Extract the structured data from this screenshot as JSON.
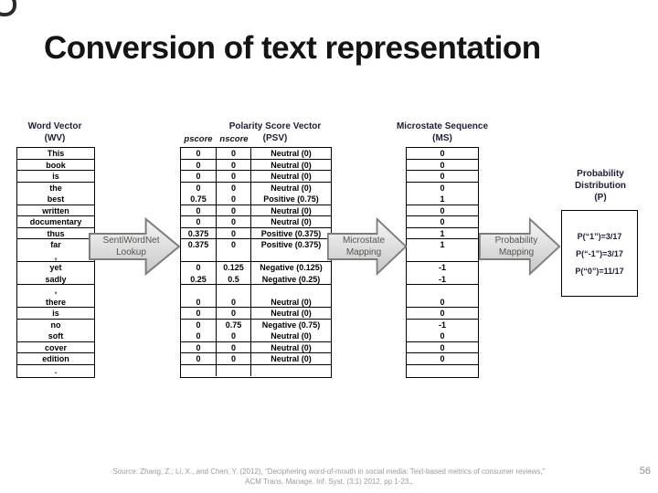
{
  "slide": {
    "title": "Conversion of text representation",
    "page_number": "56",
    "source_line1": "Source: Zhang, Z., Li, X., and Chen, Y. (2012), \"Deciphering word-of-mouth in social media: Text-based metrics of consumer reviews,\"",
    "source_line2": "ACM Trans. Manage. Inf. Syst. (3:1) 2012, pp 1-23.,"
  },
  "diagram": {
    "word_vector": {
      "title_line1": "Word Vector",
      "title_line2": "(WV)"
    },
    "polarity_vector": {
      "title_line1": "Polarity Score Vector",
      "title_line2": "(PSV)",
      "col1_label": "pscore",
      "col2_label": "nscore"
    },
    "microstate_sequence": {
      "title_line1": "Microstate Sequence",
      "title_line2": "(MS)"
    },
    "probability_distribution": {
      "title_line1": "Probability",
      "title_line2": "Distribution",
      "title_line3": "(P)",
      "entries": [
        "P(“1”)=3/17",
        "P(“-1”)=3/17",
        "P(“0”)=11/17"
      ]
    },
    "arrows": [
      {
        "label_line1": "SentiWordNet",
        "label_line2": "Lookup"
      },
      {
        "label_line1": "Microstate",
        "label_line2": "Mapping"
      },
      {
        "label_line1": "Probability",
        "label_line2": "Mapping"
      }
    ],
    "rows": [
      {
        "word": "This",
        "pscore": "0",
        "nscore": "0",
        "polarity": "Neutral (0)",
        "ms": "0",
        "sep": true
      },
      {
        "word": "book",
        "pscore": "0",
        "nscore": "0",
        "polarity": "Neutral (0)",
        "ms": "0",
        "sep": true
      },
      {
        "word": "is",
        "pscore": "0",
        "nscore": "0",
        "polarity": "Neutral (0)",
        "ms": "0",
        "sep": true
      },
      {
        "word": "the",
        "pscore": "0",
        "nscore": "0",
        "polarity": "Neutral (0)",
        "ms": "0",
        "sep": false
      },
      {
        "word": "best",
        "pscore": "0.75",
        "nscore": "0",
        "polarity": "Positive (0.75)",
        "ms": "1",
        "sep": true
      },
      {
        "word": "written",
        "pscore": "0",
        "nscore": "0",
        "polarity": "Neutral (0)",
        "ms": "0",
        "sep": true
      },
      {
        "word": "documentary",
        "pscore": "0",
        "nscore": "0",
        "polarity": "Neutral (0)",
        "ms": "0",
        "sep": true
      },
      {
        "word": "thus",
        "pscore": "0.375",
        "nscore": "0",
        "polarity": "Positive (0.375)",
        "ms": "1",
        "sep": true
      },
      {
        "word": "far",
        "pscore": "0.375",
        "nscore": "0",
        "polarity": "Positive (0.375)",
        "ms": "1",
        "sep": false
      },
      {
        "word": ",",
        "pscore": "",
        "nscore": "",
        "polarity": "",
        "ms": "",
        "sep": true
      },
      {
        "word": "yet",
        "pscore": "0",
        "nscore": "0.125",
        "polarity": "Negative (0.125)",
        "ms": "-1",
        "sep": false
      },
      {
        "word": "sadly",
        "pscore": "0.25",
        "nscore": "0.5",
        "polarity": "Negative (0.25)",
        "ms": "-1",
        "sep": true
      },
      {
        "word": ",",
        "pscore": "",
        "nscore": "",
        "polarity": "",
        "ms": "",
        "sep": false
      },
      {
        "word": "there",
        "pscore": "0",
        "nscore": "0",
        "polarity": "Neutral (0)",
        "ms": "0",
        "sep": true
      },
      {
        "word": "is",
        "pscore": "0",
        "nscore": "0",
        "polarity": "Neutral (0)",
        "ms": "0",
        "sep": true
      },
      {
        "word": "no",
        "pscore": "0",
        "nscore": "0.75",
        "polarity": "Negative (0.75)",
        "ms": "-1",
        "sep": false
      },
      {
        "word": "soft",
        "pscore": "0",
        "nscore": "0",
        "polarity": "Neutral (0)",
        "ms": "0",
        "sep": true
      },
      {
        "word": "cover",
        "pscore": "0",
        "nscore": "0",
        "polarity": "Neutral (0)",
        "ms": "0",
        "sep": true
      },
      {
        "word": "edition",
        "pscore": "0",
        "nscore": "0",
        "polarity": "Neutral (0)",
        "ms": "0",
        "sep": true
      },
      {
        "word": ".",
        "pscore": "",
        "nscore": "",
        "polarity": "",
        "ms": "",
        "sep": false
      }
    ]
  },
  "colors": {
    "table_border": "#000000",
    "header_text": "#1d1d3a",
    "arrow_fill_light": "#f4f4f4",
    "arrow_fill_dark": "#c7c7c7",
    "arrow_border": "#7d7d7d",
    "arrow_text": "#55544d",
    "source_text": "#9b9b9b"
  }
}
